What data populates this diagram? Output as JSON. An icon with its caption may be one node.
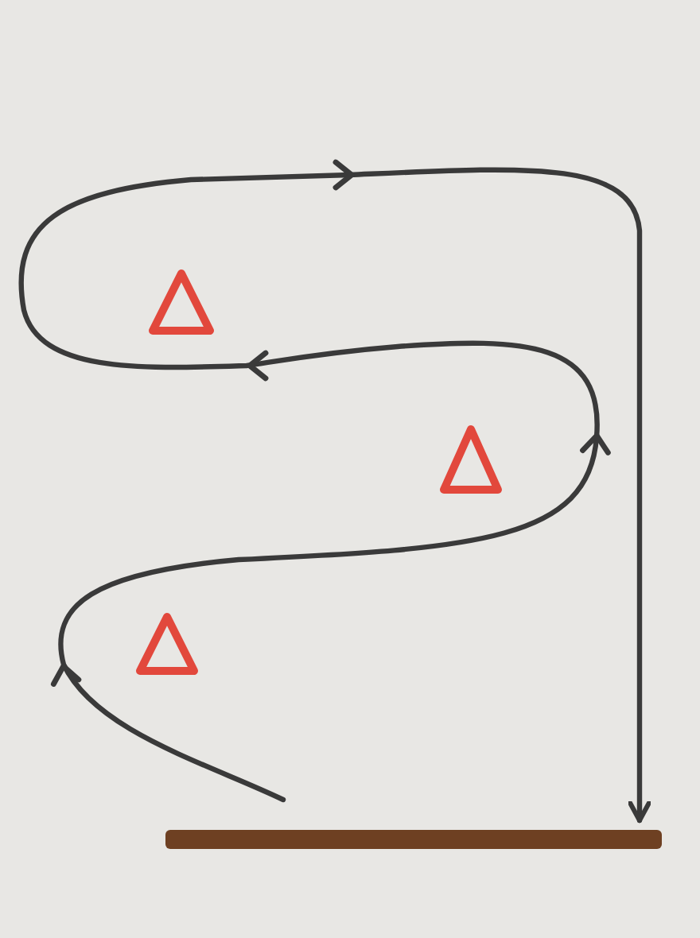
{
  "diagram": {
    "nodes": [
      {
        "text": [],
        "shape": "triangle"
      },
      {
        "text": [],
        "shape": "triangle"
      },
      {
        "text": [],
        "shape": "triangle"
      },
      {
        "text": [],
        "shape": "bar"
      }
    ],
    "edges": [
      {
        "from": null,
        "to": 3,
        "arrow": "to"
      }
    ]
  }
}
